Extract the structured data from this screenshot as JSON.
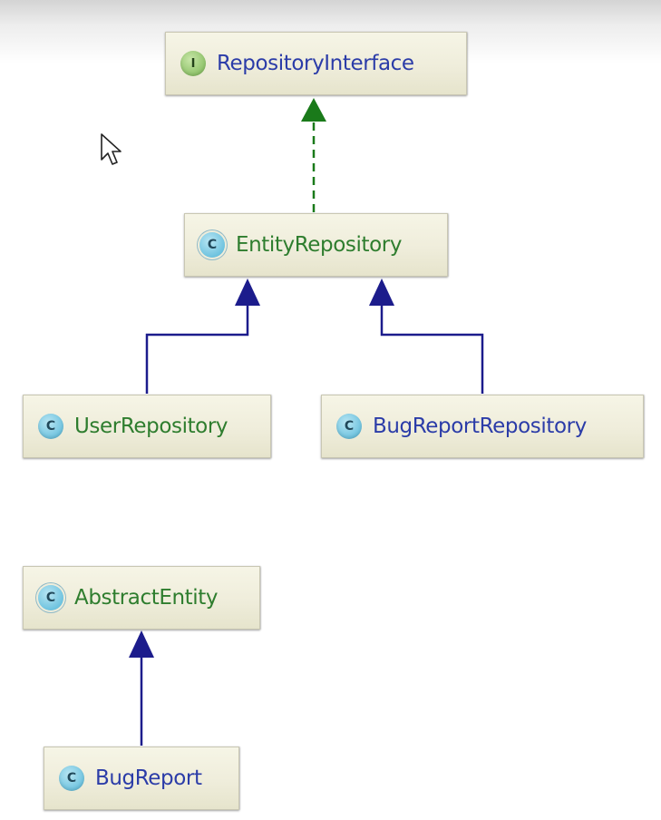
{
  "diagram": {
    "nodes": [
      {
        "id": "repository-interface",
        "label": "RepositoryInterface",
        "kind": "interface",
        "badge": "I",
        "label_color": "#2b3ca8"
      },
      {
        "id": "entity-repository",
        "label": "EntityRepository",
        "kind": "abstract-class",
        "badge": "C",
        "label_color": "#2e7d2e"
      },
      {
        "id": "user-repository",
        "label": "UserRepository",
        "kind": "class",
        "badge": "C",
        "label_color": "#2e7d2e"
      },
      {
        "id": "bug-report-repository",
        "label": "BugReportRepository",
        "kind": "class",
        "badge": "C",
        "label_color": "#2b3ca8"
      },
      {
        "id": "abstract-entity",
        "label": "AbstractEntity",
        "kind": "abstract-class",
        "badge": "C",
        "label_color": "#2e7d2e"
      },
      {
        "id": "bug-report",
        "label": "BugReport",
        "kind": "class",
        "badge": "C",
        "label_color": "#2b3ca8"
      }
    ],
    "edges": [
      {
        "from": "entity-repository",
        "to": "repository-interface",
        "type": "implements",
        "color": "#1a7a1a"
      },
      {
        "from": "user-repository",
        "to": "entity-repository",
        "type": "extends",
        "color": "#1c1c8c"
      },
      {
        "from": "bug-report-repository",
        "to": "entity-repository",
        "type": "extends",
        "color": "#1c1c8c"
      },
      {
        "from": "bug-report",
        "to": "abstract-entity",
        "type": "extends",
        "color": "#1c1c8c"
      }
    ]
  }
}
